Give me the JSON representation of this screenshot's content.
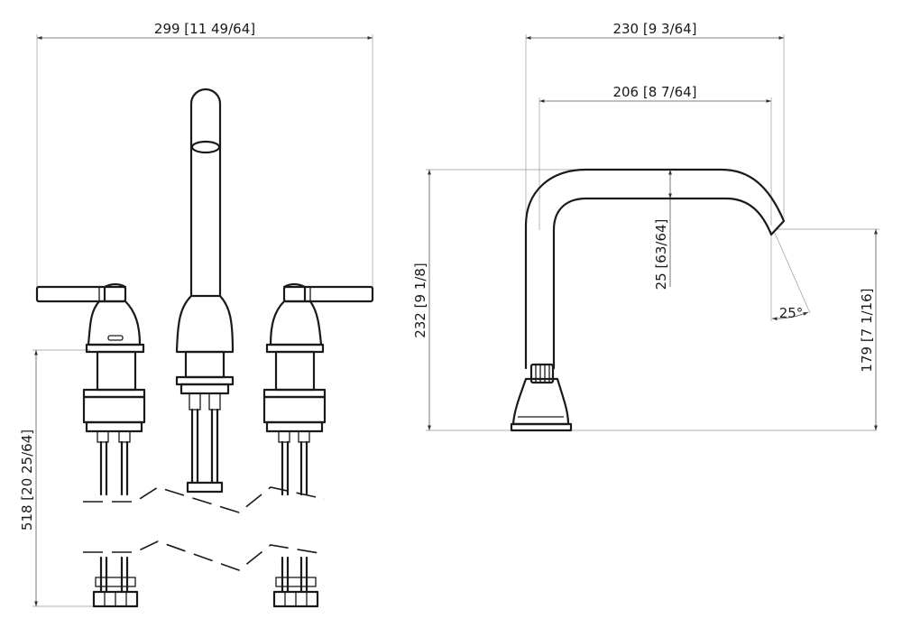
{
  "drawing": {
    "front_view": {
      "overall_width_label": "299 [11 49/64]",
      "overall_height_label": "518 [20 25/64]"
    },
    "side_view": {
      "reach_label": "230 [9 3/64]",
      "spout_reach_label": "206 [8 7/64]",
      "spout_height_label": "232 [9 1/8]",
      "spout_tube_label": "25 [63/64]",
      "outlet_height_label": "179 [7 1/16]",
      "outlet_angle_label": "25°"
    }
  }
}
